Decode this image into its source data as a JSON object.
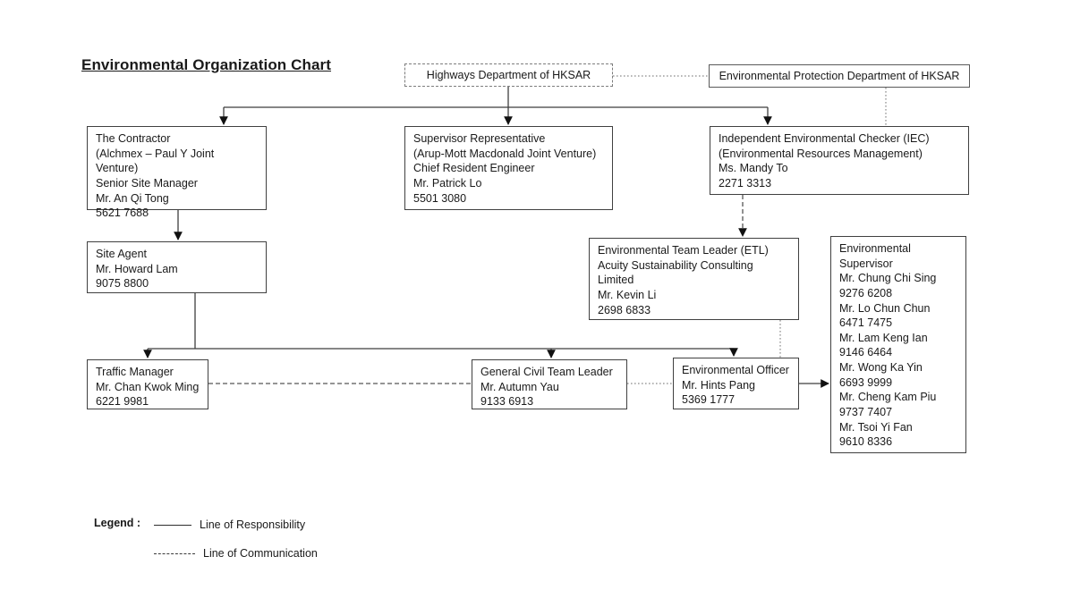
{
  "page": {
    "title": "Environmental Organization Chart"
  },
  "colors": {
    "line_solid": "#3f3f3f",
    "line_dashed": "#565656",
    "line_dotted": "#8a8a8a",
    "box_border": "#404040",
    "text": "#1a1a1a"
  },
  "nodes": {
    "highways": {
      "lines": [
        "Highways Department of HKSAR"
      ]
    },
    "epd": {
      "lines": [
        "Environmental Protection Department of HKSAR"
      ]
    },
    "contractor": {
      "lines": [
        "The Contractor",
        "(Alchmex – Paul Y Joint Venture)",
        "Senior Site Manager",
        "Mr. An Qi Tong",
        "5621 7688"
      ]
    },
    "supervisor_rep": {
      "lines": [
        "Supervisor Representative",
        "(Arup-Mott Macdonald Joint Venture)",
        "Chief Resident Engineer",
        "Mr. Patrick Lo",
        "5501 3080"
      ]
    },
    "iec": {
      "lines": [
        "Independent Environmental Checker (IEC)",
        "(Environmental Resources Management)",
        "Ms. Mandy To",
        "2271 3313"
      ]
    },
    "site_agent": {
      "lines": [
        "Site Agent",
        "Mr. Howard Lam",
        "9075 8800"
      ]
    },
    "etl": {
      "lines": [
        "Environmental Team Leader (ETL)",
        "Acuity Sustainability Consulting",
        "Limited",
        "Mr. Kevin Li",
        "2698 6833"
      ]
    },
    "env_supervisor": {
      "lines": [
        "Environmental",
        "Supervisor",
        "Mr. Chung Chi Sing",
        "9276 6208",
        "Mr. Lo Chun Chun",
        "6471 7475",
        "Mr. Lam Keng Ian",
        "9146 6464",
        "Mr. Wong Ka Yin",
        "6693 9999",
        "Mr. Cheng Kam Piu",
        "9737 7407",
        "Mr. Tsoi Yi Fan",
        "9610 8336"
      ]
    },
    "traffic_manager": {
      "lines": [
        "Traffic Manager",
        "Mr. Chan Kwok Ming",
        "6221 9981"
      ]
    },
    "gctl": {
      "lines": [
        "General Civil Team Leader",
        "Mr. Autumn Yau",
        "9133 6913"
      ]
    },
    "env_officer": {
      "lines": [
        "Environmental Officer",
        "Mr. Hints Pang",
        "5369 1777"
      ]
    }
  },
  "edges": [
    {
      "from": "highways",
      "to": "contractor",
      "type": "responsibility"
    },
    {
      "from": "highways",
      "to": "supervisor_rep",
      "type": "responsibility"
    },
    {
      "from": "highways",
      "to": "iec",
      "type": "responsibility"
    },
    {
      "from": "highways",
      "to": "epd",
      "type": "communication"
    },
    {
      "from": "epd",
      "to": "iec",
      "type": "communication"
    },
    {
      "from": "iec",
      "to": "etl",
      "type": "communication"
    },
    {
      "from": "contractor",
      "to": "site_agent",
      "type": "responsibility"
    },
    {
      "from": "site_agent",
      "to": "traffic_manager",
      "type": "responsibility"
    },
    {
      "from": "site_agent",
      "to": "gctl",
      "type": "responsibility"
    },
    {
      "from": "site_agent",
      "to": "env_officer",
      "type": "responsibility"
    },
    {
      "from": "traffic_manager",
      "to": "gctl",
      "type": "communication"
    },
    {
      "from": "gctl",
      "to": "env_officer",
      "type": "communication"
    },
    {
      "from": "etl",
      "to": "env_officer",
      "type": "communication"
    },
    {
      "from": "env_officer",
      "to": "env_supervisor",
      "type": "responsibility"
    }
  ],
  "legend": {
    "title": "Legend :",
    "items": [
      {
        "style": "solid",
        "label": "Line of Responsibility"
      },
      {
        "style": "dashed",
        "label": "Line of Communication"
      }
    ]
  }
}
